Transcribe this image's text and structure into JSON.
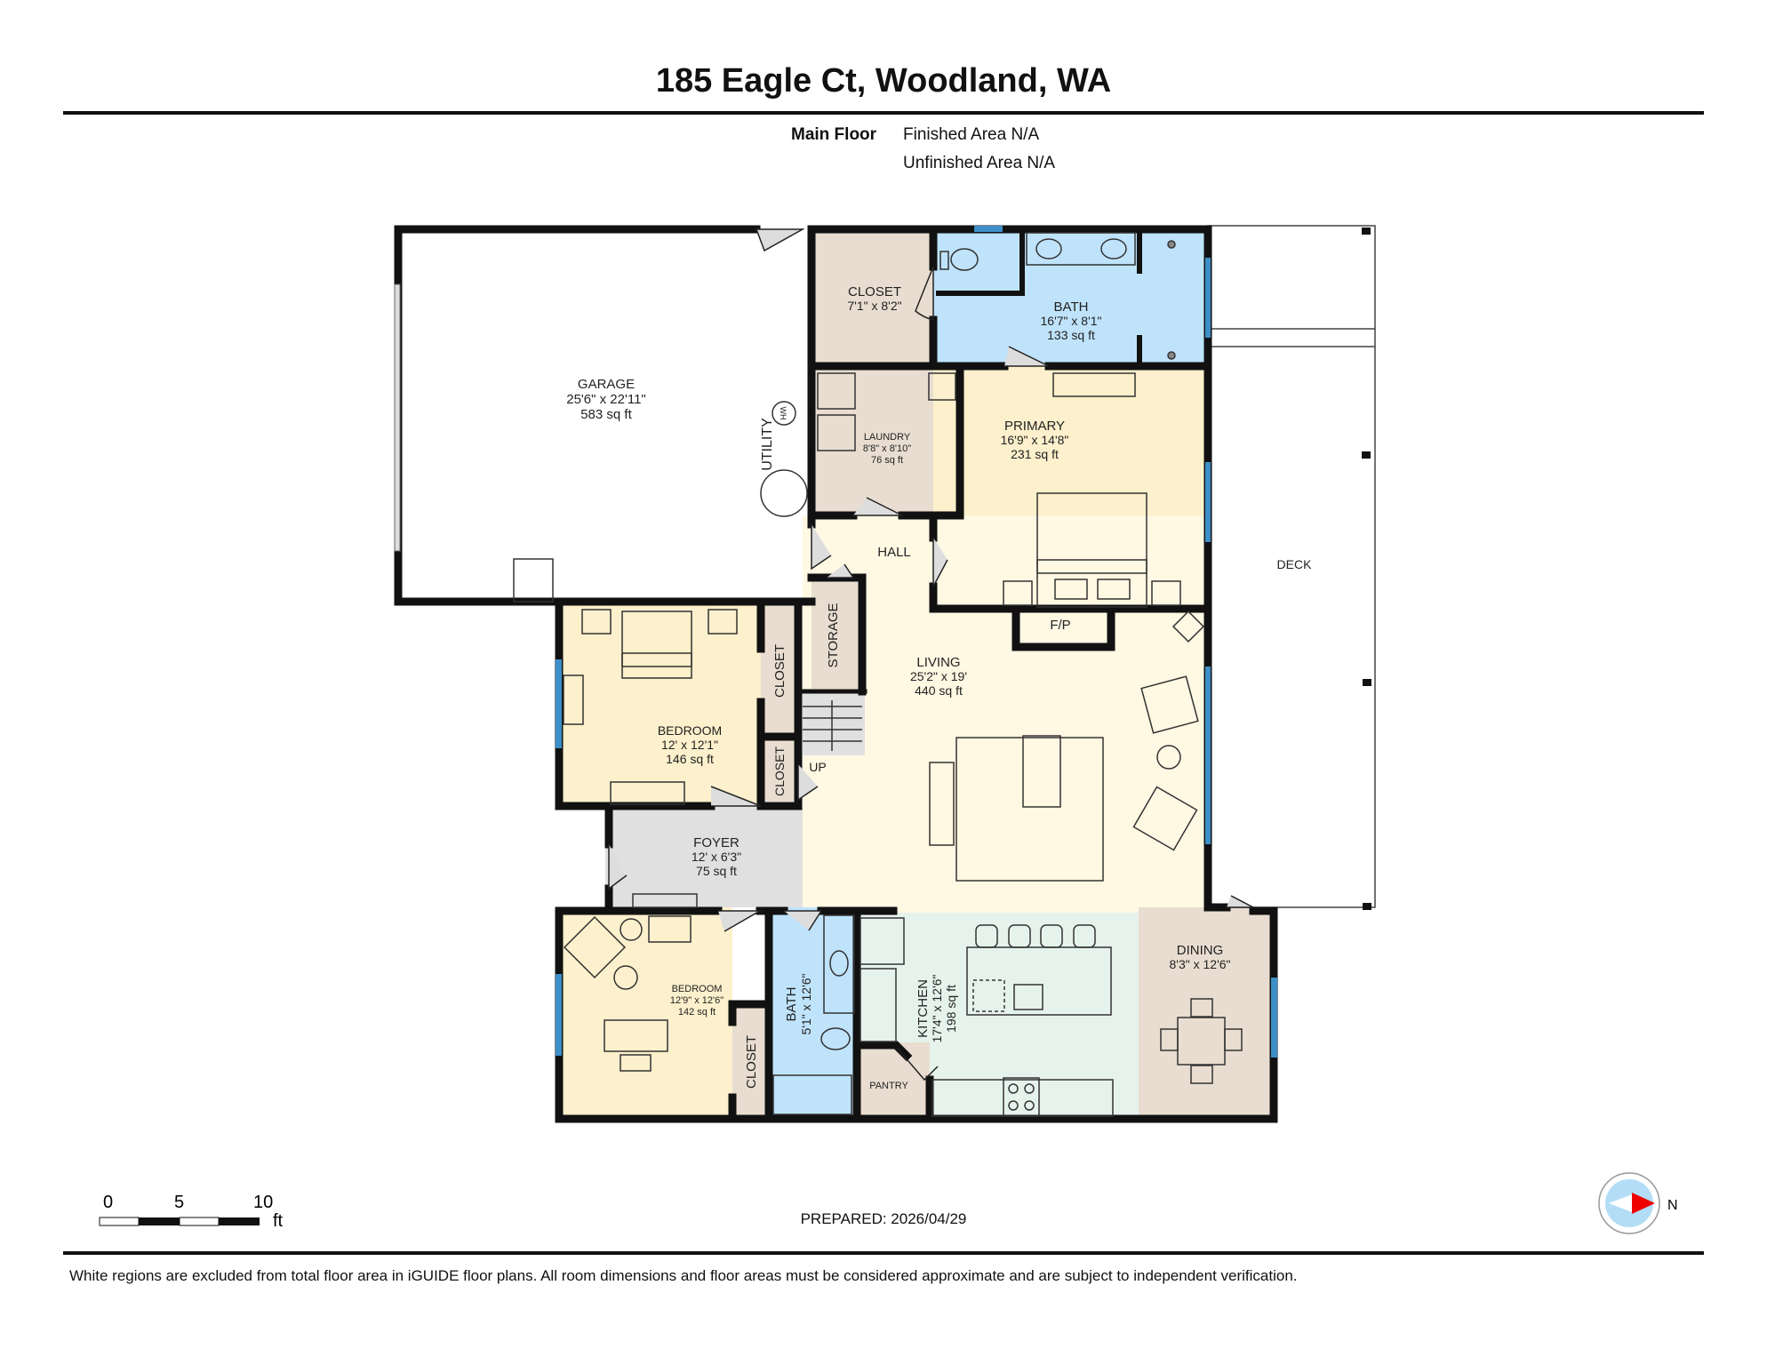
{
  "header": {
    "title": "185 Eagle Ct, Woodland, WA",
    "floor_label": "Main Floor",
    "finished_area": "Finished Area N/A",
    "unfinished_area": "Unfinished Area N/A"
  },
  "rooms": {
    "garage": {
      "name": "GARAGE",
      "dims": "25'6\" x 22'11\"",
      "area": "583 sq ft",
      "color": "#ffffff"
    },
    "utility": {
      "name": "UTILITY",
      "wh": "WH"
    },
    "closet_primary": {
      "name": "CLOSET",
      "dims": "7'1\" x 8'2\"",
      "color": "#e8ddd0"
    },
    "bath_primary": {
      "name": "BATH",
      "dims": "16'7\" x 8'1\"",
      "area": "133 sq ft",
      "color": "#bfe3fb"
    },
    "laundry": {
      "name": "LAUNDRY",
      "dims": "8'8\" x 8'10\"",
      "area": "76 sq ft",
      "color": "#e8ddd0"
    },
    "primary": {
      "name": "PRIMARY",
      "dims": "16'9\" x 14'8\"",
      "area": "231 sq ft",
      "color": "#fdf0cc"
    },
    "hall": {
      "name": "HALL"
    },
    "fp": {
      "name": "F/P"
    },
    "storage": {
      "name": "STORAGE",
      "color": "#e8ddd0"
    },
    "living": {
      "name": "LIVING",
      "dims": "25'2\" x 19'",
      "area": "440 sq ft",
      "color": "#fff8e3"
    },
    "bedroom1": {
      "name": "BEDROOM",
      "dims": "12' x 12'1\"",
      "area": "146 sq ft",
      "color": "#fdf0cc"
    },
    "closet1": {
      "name": "CLOSET"
    },
    "closet2": {
      "name": "CLOSET"
    },
    "stairs": {
      "label": "UP"
    },
    "foyer": {
      "name": "FOYER",
      "dims": "12' x 6'3\"",
      "area": "75 sq ft",
      "color": "#e0e0e0"
    },
    "bedroom2": {
      "name": "BEDROOM",
      "dims": "12'9\" x 12'6\"",
      "area": "142 sq ft",
      "color": "#fdf0cc"
    },
    "closet3": {
      "name": "CLOSET"
    },
    "bath2": {
      "name": "BATH",
      "dims": "5'1\" x 12'6\"",
      "color": "#bfe3fb"
    },
    "kitchen": {
      "name": "KITCHEN",
      "dims": "17'4\" x 12'6\"",
      "area": "198 sq ft",
      "color": "#e6f3ec"
    },
    "pantry": {
      "name": "PANTRY",
      "color": "#e8ddd0"
    },
    "dining": {
      "name": "DINING",
      "dims": "8'3\" x 12'6\"",
      "color": "#e8ddd0"
    },
    "deck": {
      "name": "DECK"
    }
  },
  "scale_bar": {
    "ticks": [
      "0",
      "5",
      "10"
    ],
    "unit": "ft"
  },
  "compass": {
    "label": "N"
  },
  "footer": {
    "prepared": "PREPARED: 2026/04/29",
    "disclaimer": "White regions are excluded from total floor area in iGUIDE floor plans. All room dimensions and floor areas must be considered approximate and are subject to independent verification."
  },
  "colors": {
    "wall": "#111111",
    "window": "#3d8fc8",
    "door_fill": "#d9d9d9"
  }
}
